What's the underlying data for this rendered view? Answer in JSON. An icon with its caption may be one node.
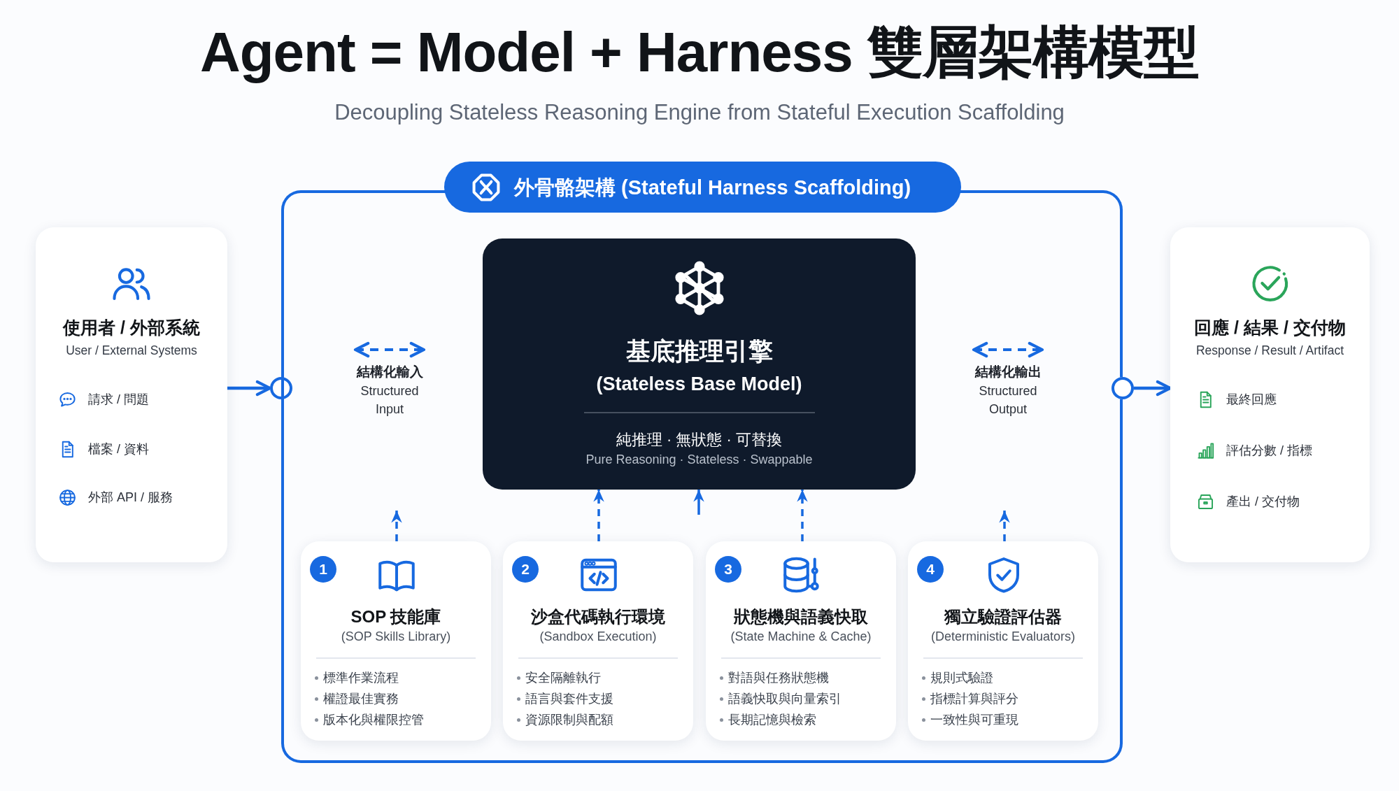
{
  "diagram": {
    "title": "Agent = Model + Harness 雙層架構模型",
    "nodes": [
      {
        "text": [
          "使用者 / 外部系統",
          "User / External Systems",
          "請求 / 問題",
          "檔案 / 資料",
          "外部 API / 服務"
        ]
      },
      {
        "text": [],
        "shape": "circle"
      },
      {
        "text": [
          "外骨骼架構 (Stateful Harness Scaffolding)"
        ]
      },
      {
        "text": [
          "基底推理引擎",
          "(Stateless Base Model)",
          "純推理 · 無狀態 · 可替換",
          "Pure Reasoning · Stateless · Swappable"
        ],
        "in": 2
      },
      {
        "text": [
          "SOP 技能庫",
          "(SOP Skills Library)",
          "標準作業流程",
          "權證最佳實務",
          "版本化與權限控管"
        ],
        "in": 2
      },
      {
        "text": [
          "1"
        ],
        "in": 4
      },
      {
        "text": [
          "沙盒代碼執行環境",
          "(Sandbox Execution)",
          "安全隔離執行",
          "語言與套件支援",
          "資源限制與配額"
        ],
        "in": 2
      },
      {
        "text": [
          "2"
        ],
        "in": 6
      },
      {
        "text": [
          "狀態機與語義快取",
          "(State Machine & Cache)",
          "對語與任務狀態機",
          "語義快取與向量索引",
          "長期記憶與檢索"
        ],
        "in": 2
      },
      {
        "text": [
          "3"
        ],
        "in": 8
      },
      {
        "text": [
          "獨立驗證評估器",
          "(Deterministic Evaluators)",
          "規則式驗證",
          "指標計算與評分",
          "一致性與可重現"
        ],
        "in": 2
      },
      {
        "text": [
          "4"
        ],
        "in": 10
      },
      {
        "text": [],
        "shape": "circle"
      },
      {
        "text": [
          "回應 / 結果 / 交付物",
          "Response / Result / Artifact",
          "最終回應",
          "評估分數 / 指標",
          "產出 / 交付物"
        ]
      }
    ],
    "edges": [
      {
        "from": 0,
        "to": 1,
        "arrow": "to"
      },
      {
        "from": 12,
        "to": 13,
        "arrow": "to"
      },
      {
        "from": 4,
        "to": null,
        "arrow": "to",
        "style": "dashed"
      },
      {
        "from": 6,
        "to": 3,
        "arrow": "to",
        "style": "dashed"
      },
      {
        "from": null,
        "to": 3,
        "arrow": "to"
      },
      {
        "from": 8,
        "to": 3,
        "arrow": "to",
        "style": "dashed"
      },
      {
        "from": 10,
        "to": null,
        "arrow": "to",
        "style": "dashed"
      }
    ],
    "labels": [
      "Decoupling Stateless Reasoning Engine from Stateful Execution Scaffolding",
      "結構化輸入",
      "Structured Input",
      "結構化輸出",
      "Structured Output"
    ]
  }
}
